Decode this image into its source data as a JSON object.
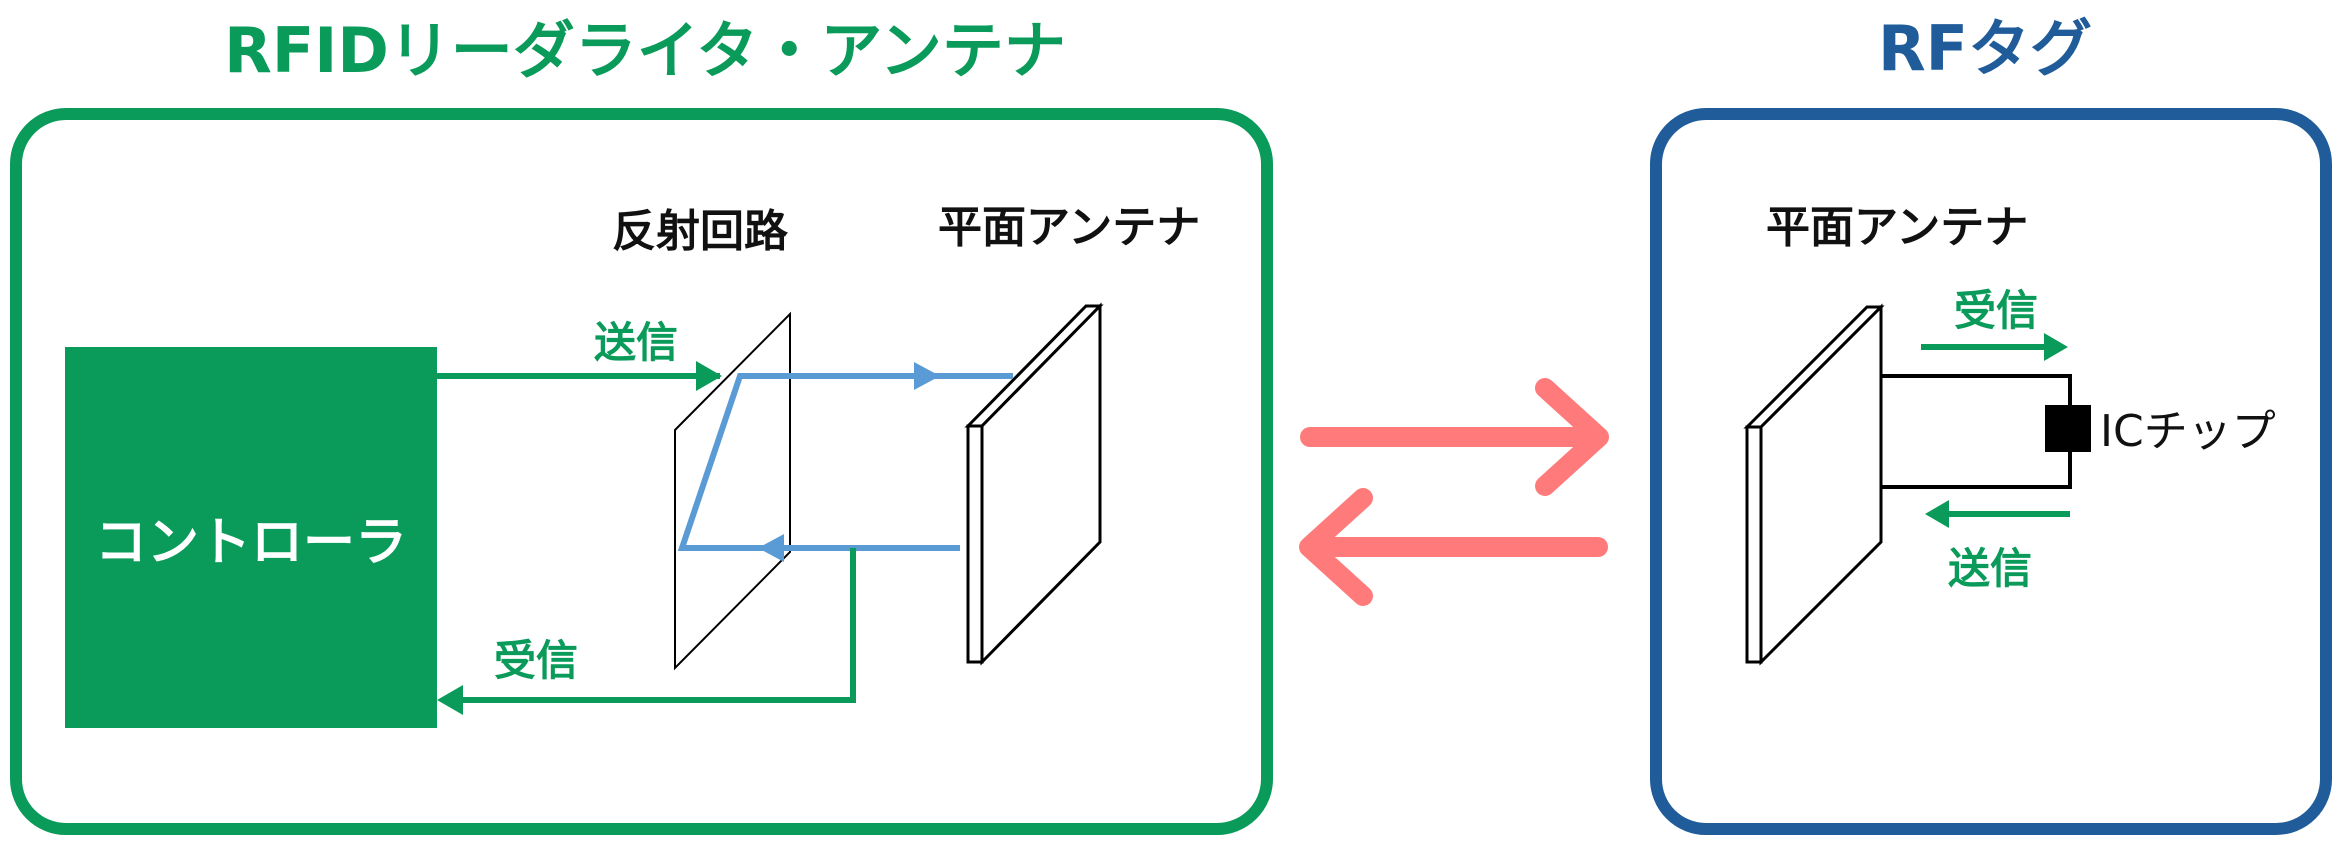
{
  "reader": {
    "title": "RFIDリーダライタ・アンテナ",
    "reflector_label": "反射回路",
    "antenna_label": "平面アンテナ",
    "send_label": "送信",
    "receive_label": "受信",
    "controller_label": "コントローラ"
  },
  "tag": {
    "title": "RFタグ",
    "antenna_label": "平面アンテナ",
    "receive_label": "受信",
    "send_label": "送信",
    "chip_label": "ICチップ"
  },
  "colors": {
    "reader_green": "#0A9B5A",
    "tag_blue": "#1F5C99",
    "signal_blue": "#5B9BD5",
    "wireless_red": "#FF7B7B"
  }
}
